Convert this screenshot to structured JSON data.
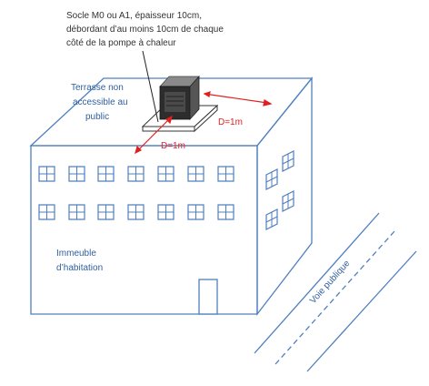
{
  "annotation": {
    "line1": "Socle M0 ou A1, épaisseur 10cm,",
    "line2": "débordant d’au moins 10cm de chaque",
    "line3": "côté de la pompe à chaleur"
  },
  "terrace": {
    "line1": "Terrasse non",
    "line2": "accessible au",
    "line3": "public"
  },
  "dimensions": {
    "distance_right": "D=1m",
    "distance_front": "D=1m"
  },
  "building": {
    "line1": "Immeuble",
    "line2": "d’habitation"
  },
  "road": {
    "label": "Voie publique"
  },
  "colors": {
    "building_line": "#4f7fbf",
    "text_blue": "#2f5f9e",
    "dimension_red": "#e02020",
    "road_line": "#4f7fbf",
    "annotation_text": "#333333"
  },
  "icons": [
    "heat-pump-icon",
    "window-icon",
    "door-icon"
  ]
}
